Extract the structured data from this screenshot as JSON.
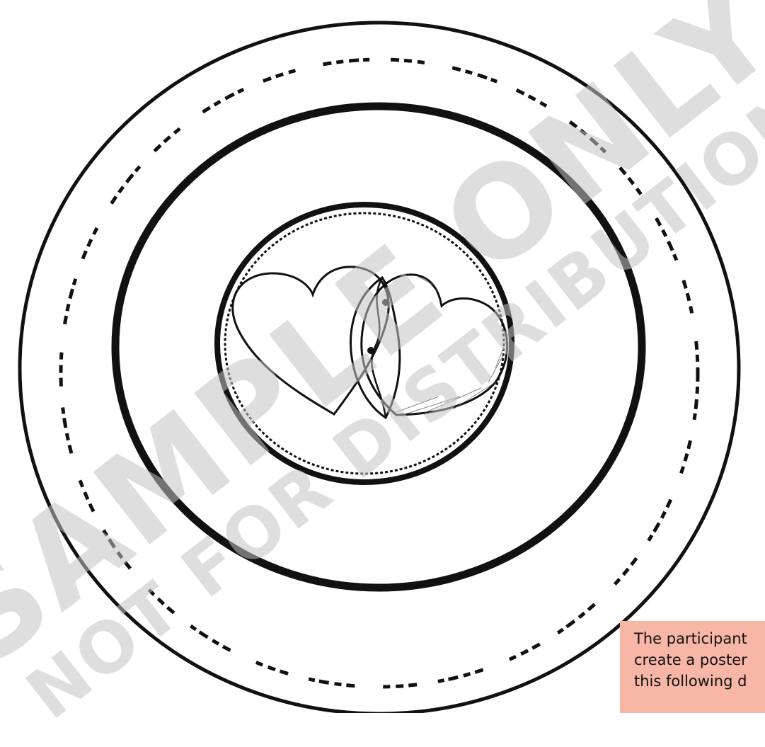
{
  "watermark": {
    "line1": "SAMPLE ONLY",
    "line2": "NOT FOR DISTRIBUTION",
    "color": "#c3c3c3"
  },
  "artwork": {
    "description_icon": "concentric-circles-two-hearts-yin-yang-icon",
    "ink_color": "#111111"
  },
  "caption": {
    "text": "The participant\ncreate a poster\nthis following d",
    "background": "#f7b6a6"
  }
}
